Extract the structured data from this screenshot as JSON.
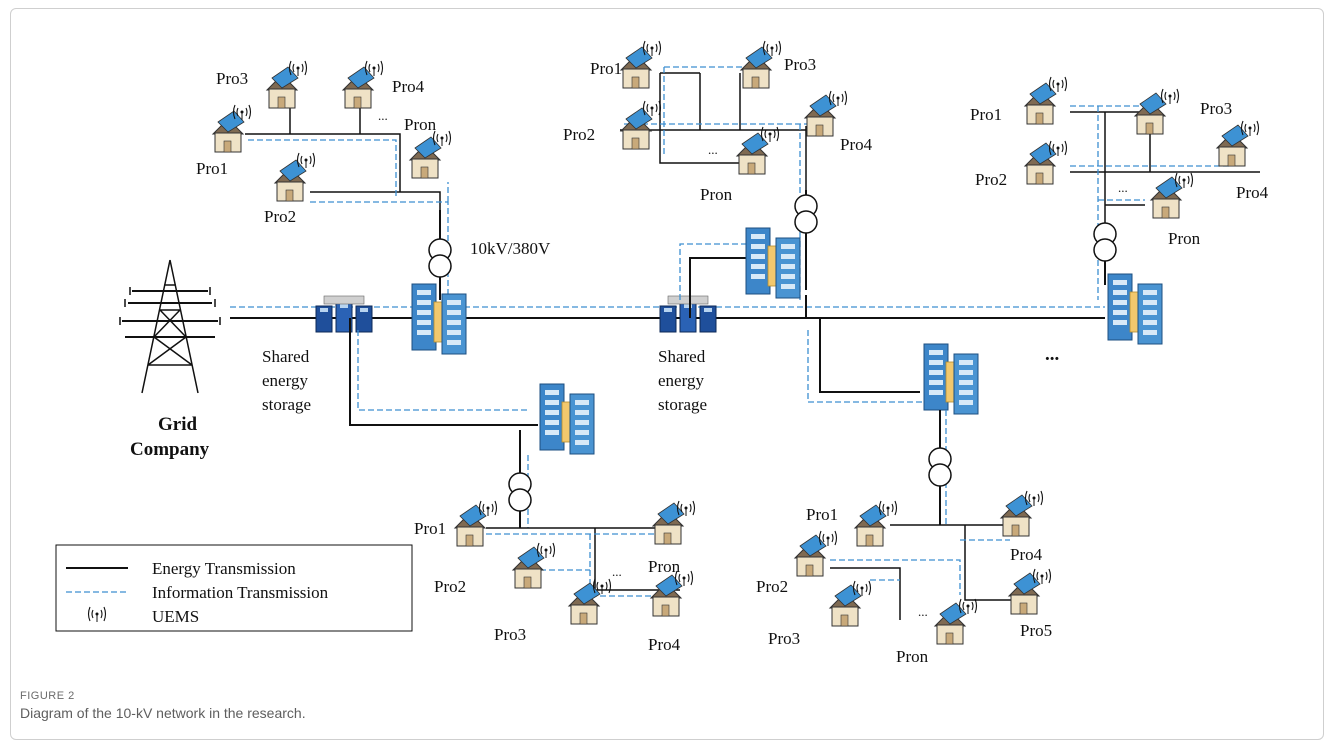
{
  "figure_label": "FIGURE 2",
  "caption": "Diagram of the 10-kV network in the research.",
  "grid": {
    "line1": "Grid",
    "line2": "Company"
  },
  "transformer_label": "10kV/380V",
  "storage": [
    {
      "line1": "Shared",
      "line2": "energy",
      "line3": "storage"
    },
    {
      "line1": "Shared",
      "line2": "energy",
      "line3": "storage"
    }
  ],
  "more_label": "...",
  "legend": {
    "energy": "Energy Transmission",
    "information": "Information Transmission",
    "uems": "UEMS"
  },
  "clusters": {
    "c1": {
      "pro1": "Pro1",
      "pro2": "Pro2",
      "pro3": "Pro3",
      "pro4": "Pro4",
      "pron": "Pron",
      "dots": "..."
    },
    "c2": {
      "pro1": "Pro1",
      "pro2": "Pro2",
      "pro3": "Pro3",
      "pro4": "Pro4",
      "pron": "Pron",
      "dots": "..."
    },
    "c3": {
      "pro1": "Pro1",
      "pro2": "Pro2",
      "pro3": "Pro3",
      "pro4": "Pro4",
      "pron": "Pron",
      "dots": "..."
    },
    "c4": {
      "pro1": "Pro1",
      "pro2": "Pro2",
      "pro3": "Pro3",
      "pro4": "Pro4",
      "pron": "Pron",
      "dots": "..."
    },
    "c5": {
      "pro1": "Pro1",
      "pro2": "Pro2",
      "pro3": "Pro3",
      "pro4": "Pro4",
      "pro5": "Pro5",
      "pron": "Pron",
      "dots": "..."
    }
  }
}
